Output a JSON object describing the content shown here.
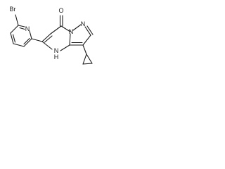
{
  "diagram": {
    "type": "chemical-structure",
    "atoms": {
      "bromine": "Br",
      "ring_nitrogen_pyridine": "N",
      "ring_nitrogen_bridge_top": "N",
      "ring_nitrogen_pyrazole": "N",
      "amine_n": "N",
      "amine_h": "H",
      "carbonyl_oxygen": "O"
    }
  }
}
